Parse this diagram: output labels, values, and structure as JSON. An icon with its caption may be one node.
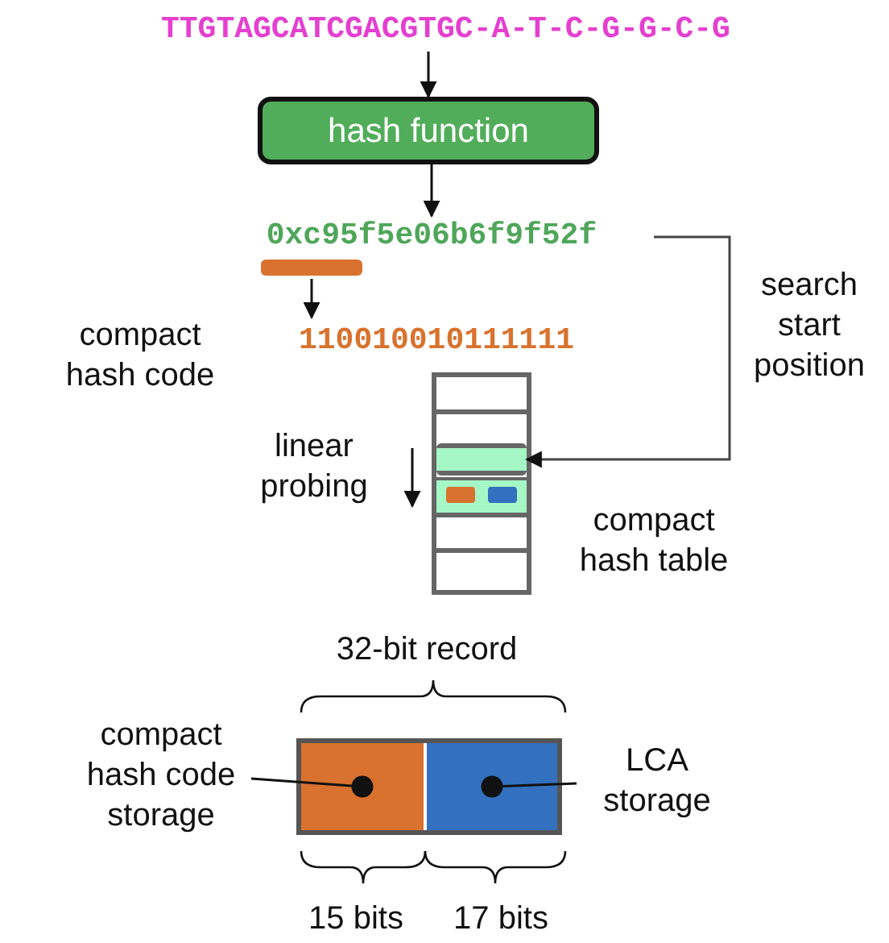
{
  "diagram": {
    "nodes": [
      {
        "text": [
          "TTGTAGCATCGACGTGC-A-T-C-G-G-C-G"
        ]
      },
      {
        "text": [
          "hash function"
        ]
      },
      {
        "text": [
          "0xc95f5e06b6f9f52f"
        ]
      },
      {
        "text": [],
        "shape": "bar"
      },
      {
        "text": [
          "110010010111111"
        ],
        "beside": [
          "compact hash code"
        ]
      },
      {
        "text": [],
        "shape": "box",
        "beside": [
          "compact hash table"
        ]
      },
      {
        "text": [],
        "shape": "bar",
        "in": 5
      },
      {
        "text": [],
        "shape": "box"
      },
      {
        "text": [],
        "shape": "box",
        "in": 7
      },
      {
        "text": [],
        "shape": "box",
        "in": 7
      },
      {
        "text": [
          "compact hash code storage"
        ]
      },
      {
        "text": [
          "LCA storage"
        ]
      }
    ],
    "edges": [
      {
        "from": 0,
        "to": 1,
        "arrow": "to"
      },
      {
        "from": 1,
        "to": 2,
        "arrow": "to"
      },
      {
        "from": 3,
        "to": 4,
        "arrow": "to"
      },
      {
        "from": 2,
        "to": 6,
        "arrow": "to",
        "label": "search start position"
      },
      {
        "from": 10,
        "to": 8,
        "arrow": "other"
      },
      {
        "from": 11,
        "to": 9,
        "arrow": "other"
      }
    ],
    "labels": [
      "linear probing",
      "32-bit record",
      "15 bits",
      "17 bits"
    ]
  }
}
